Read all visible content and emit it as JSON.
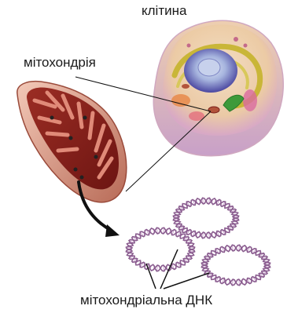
{
  "labels": {
    "cell": "клітина",
    "mitochondrion": "мітохондрія",
    "mtdna": "мітохондріальна ДНК"
  },
  "colors": {
    "cell_membrane": "#e9c9a2",
    "cell_cytoplasm": "#f1d8b6",
    "nucleus_outer": "#5a53a8",
    "nucleus_inner": "#a9b8df",
    "er": "#c3b33a",
    "golgi": "#3e9a3a",
    "mito_outer": "#b2533a",
    "mito_inner": "#7a1f1a",
    "mito_matrix": "#d9796a",
    "dna": "#8a5d8f",
    "dna_light": "#d7b8d9",
    "arrow": "#111111"
  }
}
